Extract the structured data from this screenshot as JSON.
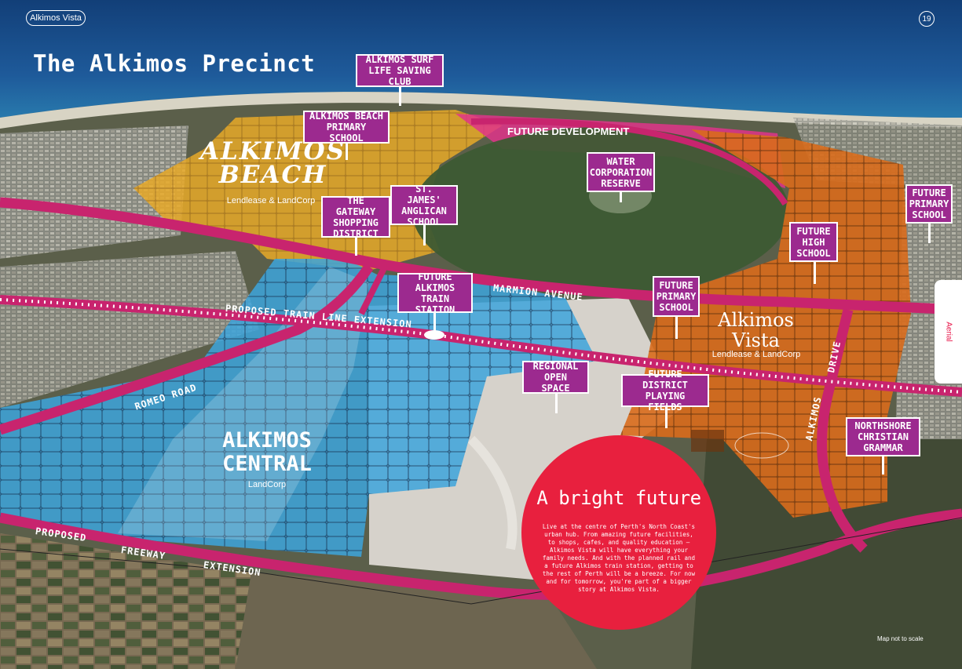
{
  "header": {
    "brand": "Alkimos Vista",
    "page_number": "19",
    "title": "The Alkimos Precinct",
    "side_tab": "Aerial"
  },
  "colors": {
    "callout_bg": "#9c2a8f",
    "road": "#c8246e",
    "accent_red": "#e8203e",
    "alkimos_beach_zone": "#e8a928",
    "alkimos_central_zone": "#3da4dc",
    "alkimos_vista_zone": "#d96b1c",
    "future_development_zone": "#e0348a",
    "ocean": "#1b4e8a"
  },
  "callouts": {
    "surf_club": "ALKIMOS SURF\nLIFE SAVING CLUB",
    "beach_primary": "ALKIMOS BEACH\nPRIMARY SCHOOL",
    "water_corp": "WATER\nCORPORATION\nRESERVE",
    "gateway": "THE GATEWAY\nSHOPPING\nDISTRICT",
    "st_james": "ST. JAMES'\nANGLICAN\nSCHOOL",
    "future_primary_east": "FUTURE\nPRIMARY\nSCHOOL",
    "future_high": "FUTURE\nHIGH\nSCHOOL",
    "train_station": "FUTURE\nALKIMOS\nTRAIN STATION",
    "future_primary_vista": "FUTURE\nPRIMARY\nSCHOOL",
    "regional_open_space": "REGIONAL\nOPEN SPACE",
    "playing_fields": "FUTURE DISTRICT\nPLAYING FIELDS",
    "northshore": "NORTHSHORE\nCHRISTIAN\nGRAMMAR"
  },
  "areas": {
    "alkimos_beach": "ALKIMOS\nBEACH",
    "alkimos_beach_dev": "Lendlease & LandCorp",
    "alkimos_central": "ALKIMOS\nCENTRAL",
    "alkimos_central_dev": "LandCorp",
    "alkimos_vista": "Alkimos\nVista",
    "alkimos_vista_dev": "Lendlease & LandCorp",
    "future_development": "FUTURE DEVELOPMENT"
  },
  "roads": {
    "marmion": "MARMION AVENUE",
    "train_line": "PROPOSED TRAIN LINE EXTENSION",
    "romeo": "ROMEO ROAD",
    "alkimos_drive_1": "ALKIMOS",
    "alkimos_drive_2": "DRIVE",
    "freeway_1": "PROPOSED",
    "freeway_2": "FREEWAY",
    "freeway_3": "EXTENSION"
  },
  "feature": {
    "heading": "A bright future",
    "body": "Live at the centre of Perth's North Coast's urban hub. From amazing future facilities, to shops, cafes, and quality education – Alkimos Vista will have everything your family needs. And with the planned rail and a future Alkimos train station, getting to the rest of Perth will be a breeze. For now and for tomorrow, you're part of a bigger story at Alkimos Vista."
  },
  "footnote": "Map not to scale"
}
